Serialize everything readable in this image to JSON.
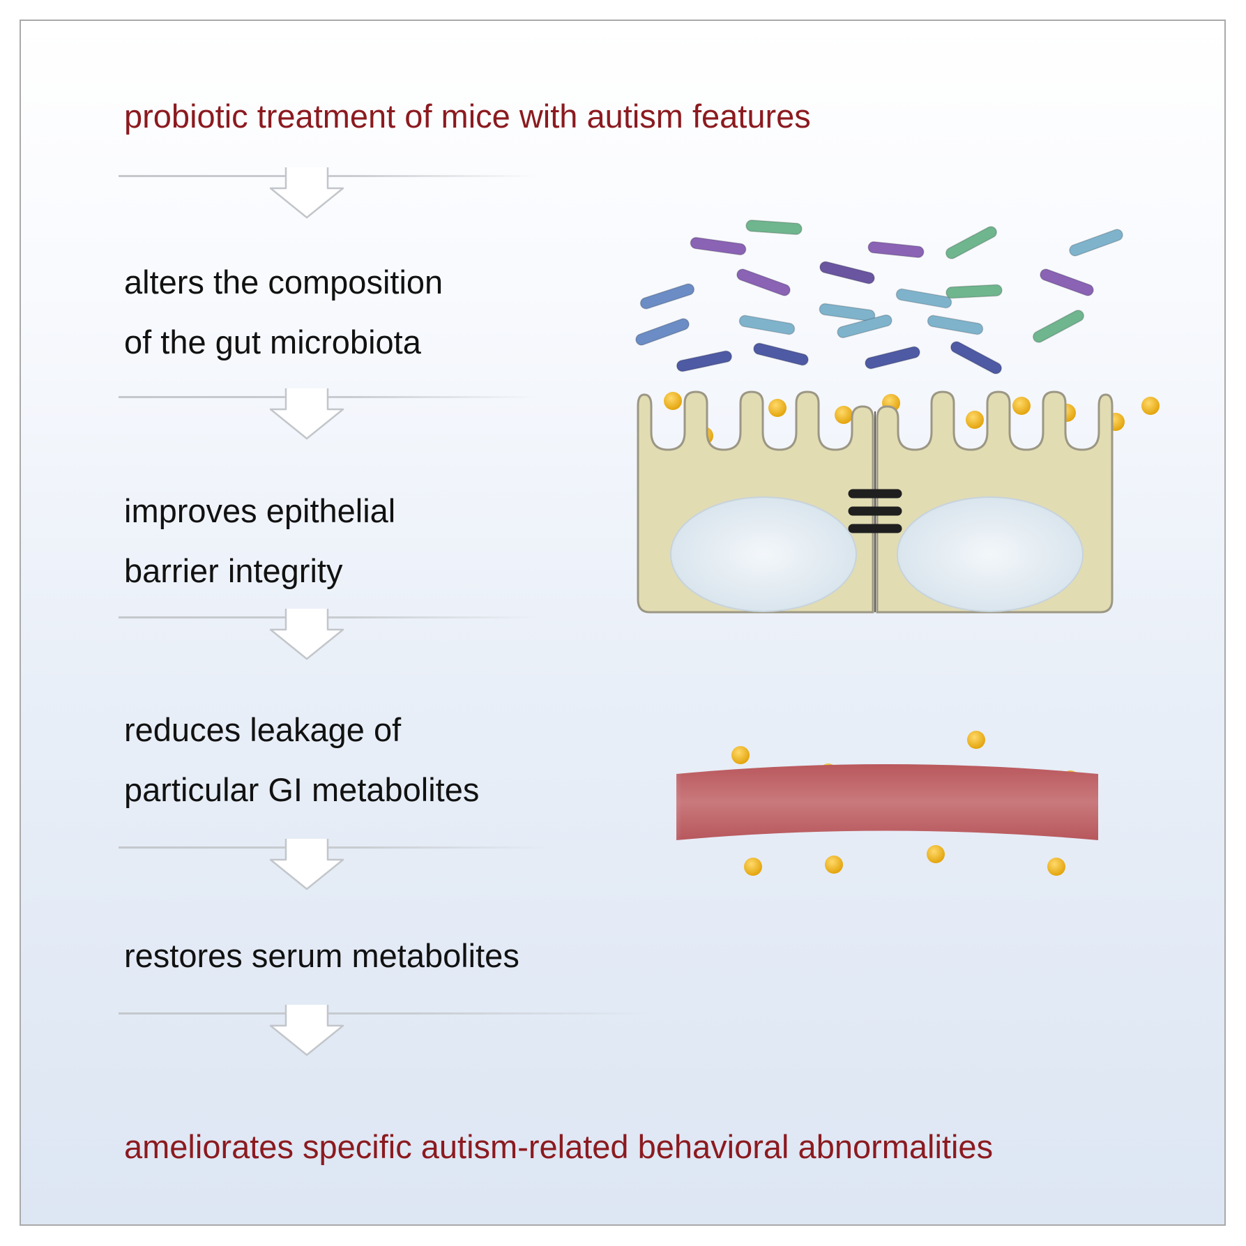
{
  "title": "probiotic treatment of mice with autism features",
  "steps": [
    {
      "label": "alters the composition\nof the gut microbiota"
    },
    {
      "label": "improves epithelial\nbarrier integrity"
    },
    {
      "label": "reduces leakage of\nparticular GI metabolites"
    },
    {
      "label": "restores serum metabolites"
    }
  ],
  "conclusion": "ameliorates specific autism-related behavioral abnormalities",
  "colors": {
    "accent_text": "#8b1a1f",
    "body_text": "#111111",
    "cell_fill": "#e2dcb3",
    "cell_stroke": "#9c9784",
    "nucleus": "#e6eef4",
    "metabolite": "#f2b81e",
    "blood_vessel": "#c46a6e",
    "bacteria": [
      "#6a55a0",
      "#8a63b5",
      "#6b8cc4",
      "#7fb3cc",
      "#6fb58e",
      "#4e5aa3"
    ]
  },
  "icons": [
    "down-arrow-icon",
    "bacteria-icon",
    "metabolite-dot-icon",
    "tight-junction-icon",
    "nucleus-icon",
    "blood-vessel-icon"
  ]
}
